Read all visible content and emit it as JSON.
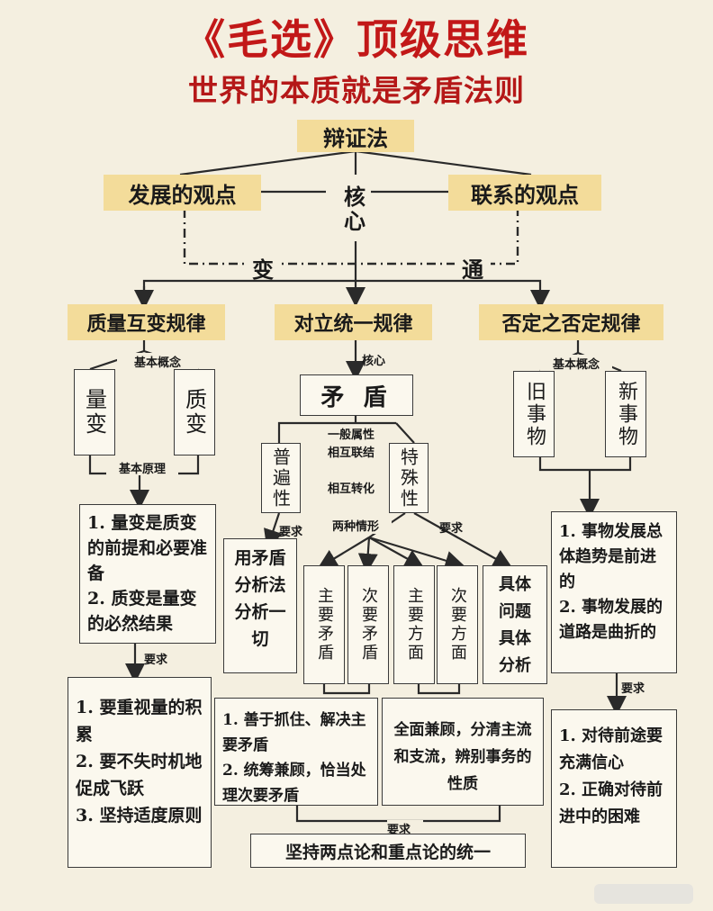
{
  "title": "《毛选》顶级思维",
  "subtitle": "世界的本质就是矛盾法则",
  "diagram": {
    "root": "辩证法",
    "left_view": "发展的观点",
    "right_view": "联系的观点",
    "core": "核心",
    "bian": "变",
    "tong": "通",
    "laws": [
      "质量互变规律",
      "对立统一规律",
      "否定之否定规律"
    ],
    "left_branch": {
      "concept_label": "基本概念",
      "box1": "量变",
      "box2": "质变",
      "principle_label": "基本原理",
      "principles": [
        "1. 量变是质变的前提和必要准备",
        "2. 质变是量变的必然结果"
      ],
      "requirement_label": "要求",
      "requirements": [
        "1. 要重视量的积累",
        "2. 要不失时机地促成飞跃",
        "3. 坚持适度原则"
      ]
    },
    "center_branch": {
      "core_label": "核心",
      "contradiction": "矛 盾",
      "universal": "普遍性",
      "particular": "特殊性",
      "general_attr": "一般属性",
      "mutual_link": "相互联结",
      "mutual_transform": "相互转化",
      "two_cases": "两种情形",
      "req_left": "要求",
      "req_right": "要求",
      "analyze_all": "用矛盾分析法分析一切",
      "main_contra": "主要矛盾",
      "secondary_contra": "次要矛盾",
      "main_aspect": "主要方面",
      "secondary_aspect": "次要方面",
      "concrete": "具体问题具体分析",
      "contra_points": [
        "1. 善于抓住、解决主要矛盾",
        "2. 统筹兼顾，恰当处理次要矛盾"
      ],
      "aspect_text": "全面兼顾，分清主流和支流，辨别事务的性质",
      "bottom_req": "要求",
      "unity": "坚持两点论和重点论的统一"
    },
    "right_branch": {
      "concept_label": "基本概念",
      "box1": "旧事物",
      "box2": "新事物",
      "principles": [
        "1. 事物发展总体趋势是前进的",
        "2. 事物发展的道路是曲折的"
      ],
      "requirement_label": "要求",
      "requirements": [
        "1. 对待前途要充满信心",
        "2. 正确对待前进中的困难"
      ]
    }
  },
  "colors": {
    "title": "#c21818",
    "highlight": "#f3dc9a",
    "background": "#f4efe0",
    "line": "#2a2a2a"
  }
}
